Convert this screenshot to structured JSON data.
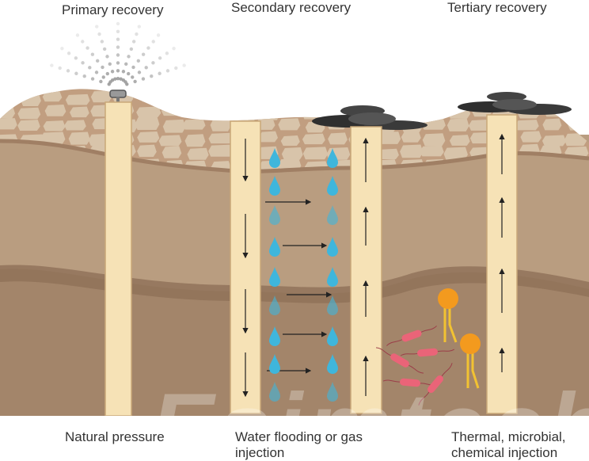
{
  "titles": {
    "primary": "Primary recovery",
    "secondary": "Secondary recovery",
    "tertiary": "Tertiary recovery"
  },
  "captions": {
    "primary": "Natural pressure",
    "secondary": "Water flooding or gas injection",
    "tertiary": "Thermal, microbial, chemical injection"
  },
  "watermark": "Esimtech",
  "colors": {
    "rock": "#d8c4aa",
    "rock_edge": "#c19e80",
    "upper_soil": "#b99d80",
    "lower_soil": "#a3856a",
    "band": "#8f7058",
    "well": "#f6e2b6",
    "water": "#3fb6dc",
    "oil": "#3a3a3a",
    "bacteria": "#ea6478",
    "surfactant": "#f39a1e"
  },
  "icons": [
    "sprinkler-icon",
    "oil-puddle-icon",
    "water-drop-icon",
    "bacteria-icon",
    "surfactant-icon",
    "arrow-icon"
  ]
}
